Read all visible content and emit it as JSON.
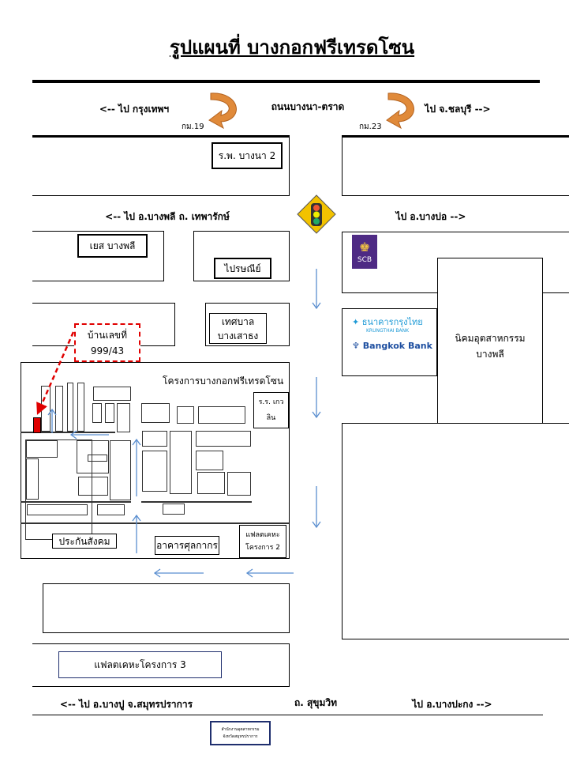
{
  "title": "รูปแผนที่ บางกอกฟรีเทรดโซน",
  "roads": {
    "top_left": "<-- ไป กรุงเทพฯ",
    "top_center": "ถนนบางนา-ตราด",
    "top_right": "ไป จ.ชลบุรี -->",
    "km_left": "กม.19",
    "km_right": "กม.23",
    "mid_left": "<-- ไป อ.บางพลี  ถ. เทพารักษ์",
    "mid_right": "ไป  อ.บางบ่อ -->",
    "bottom_left": "<-- ไป อ.บางปู  จ.สมุทรปราการ",
    "bottom_center": "ถ. สุขุมวิท",
    "bottom_right": "ไป  อ.บางปะกง -->"
  },
  "places": {
    "hospital": "ร.พ. บางนา 2",
    "yes": "เยส บางพลี",
    "post": "ไปรษณีย์",
    "municipality_1": "เทศบาล",
    "municipality_2": "บางเสาธง",
    "house_1": "บ้านเลขที่",
    "house_2": "999/43",
    "project": "โครงการบางกอกฟรีเทรดโซน",
    "school": "ร.ร. เกวลิน",
    "social_security": "ประกันสังคม",
    "customs": "อาคารศุลกากร",
    "flat2_1": "แฟลตเคหะ",
    "flat2_2": "โครงการ 2",
    "flat3": "แฟลตเคหะโครงการ 3",
    "industrial_1": "นิคมอุตสาหกรรม",
    "industrial_2": "บางพลี",
    "scb": "SCB",
    "ktb": "ธนาคารกรุงไทย",
    "ktb_en": "KRUNGTHAI BANK",
    "bbl": "Bangkok Bank",
    "footer_1": "สำนักงานอุตสาหกรรม",
    "footer_2": "จังหวัดสมุทรปราการ"
  },
  "colors": {
    "arrow_blue": "#5b8fd0",
    "marker_red": "#e00000",
    "orange": "#e08a3a",
    "scb_purple": "#4e2a84",
    "bank_blue": "#1e4fa0",
    "navy_border": "#1f2f6e"
  }
}
